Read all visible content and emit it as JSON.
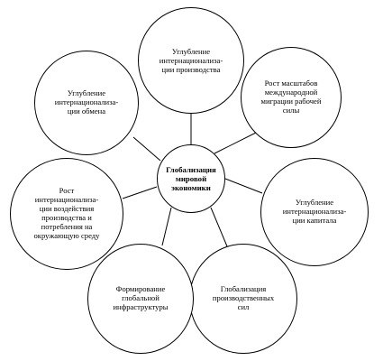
{
  "diagram": {
    "center": "Глобализация\nмировой\nэкономики",
    "nodes": {
      "top": "Углубление\nинтернационализа-\nции производства",
      "top_right": "Рост масштабов\nмеждународной\nмиграции рабочей\nсилы",
      "right": "Углубление\nинтернационализа-\nции капитала",
      "bottom_right": "Глобализация\nпроизводственных\nсил",
      "bottom_left": "Формирование\nглобальной\nинфраструктуры",
      "left": "Рост\nинтернационализа-\nции воздействия\nпроизводства и\nпотребления на\nокружающую среду",
      "top_left": "Углубление\nинтернационализа-\nции обмена"
    }
  }
}
